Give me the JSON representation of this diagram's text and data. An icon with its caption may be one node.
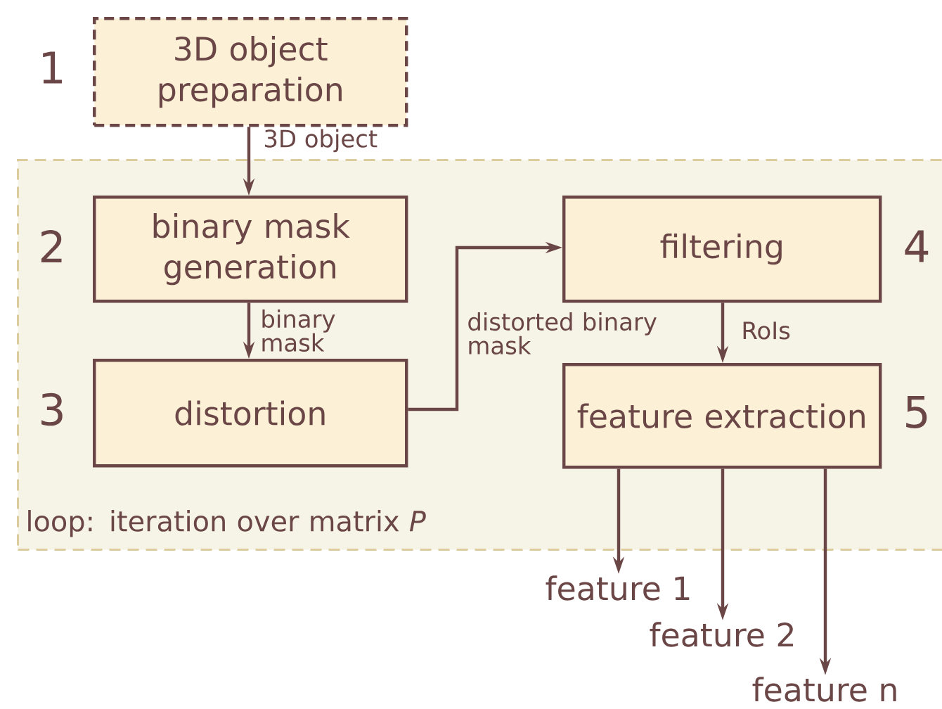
{
  "diagram": {
    "nodes": [
      {
        "text": [
          "3D object preparation"
        ],
        "beside": [
          "1"
        ]
      },
      {
        "text": [
          "loop: iteration over matrix *P*"
        ]
      },
      {
        "text": [
          "binary mask generation"
        ],
        "beside": [
          "2"
        ],
        "in": 1
      },
      {
        "text": [
          "distortion"
        ],
        "beside": [
          "3"
        ],
        "in": 1
      },
      {
        "text": [
          "filtering"
        ],
        "beside": [
          "4"
        ],
        "in": 1
      },
      {
        "text": [
          "feature extraction"
        ],
        "beside": [
          "5"
        ],
        "in": 1
      },
      {
        "text": [
          "feature 1"
        ]
      },
      {
        "text": [
          "feature 2"
        ]
      },
      {
        "text": [
          "feature n"
        ]
      }
    ],
    "edges": [
      {
        "from": 0,
        "to": 2,
        "arrow": "to",
        "label": "3D object"
      },
      {
        "from": 2,
        "to": 3,
        "arrow": "to",
        "label": "binary mask"
      },
      {
        "from": 3,
        "to": 4,
        "arrow": "to",
        "label": "distorted binary mask"
      },
      {
        "from": 4,
        "to": 5,
        "arrow": "to",
        "label": "RoIs"
      },
      {
        "from": 5,
        "to": 6,
        "arrow": "to"
      },
      {
        "from": 5,
        "to": 7,
        "arrow": "to"
      },
      {
        "from": 5,
        "to": 8,
        "arrow": "to"
      }
    ]
  }
}
